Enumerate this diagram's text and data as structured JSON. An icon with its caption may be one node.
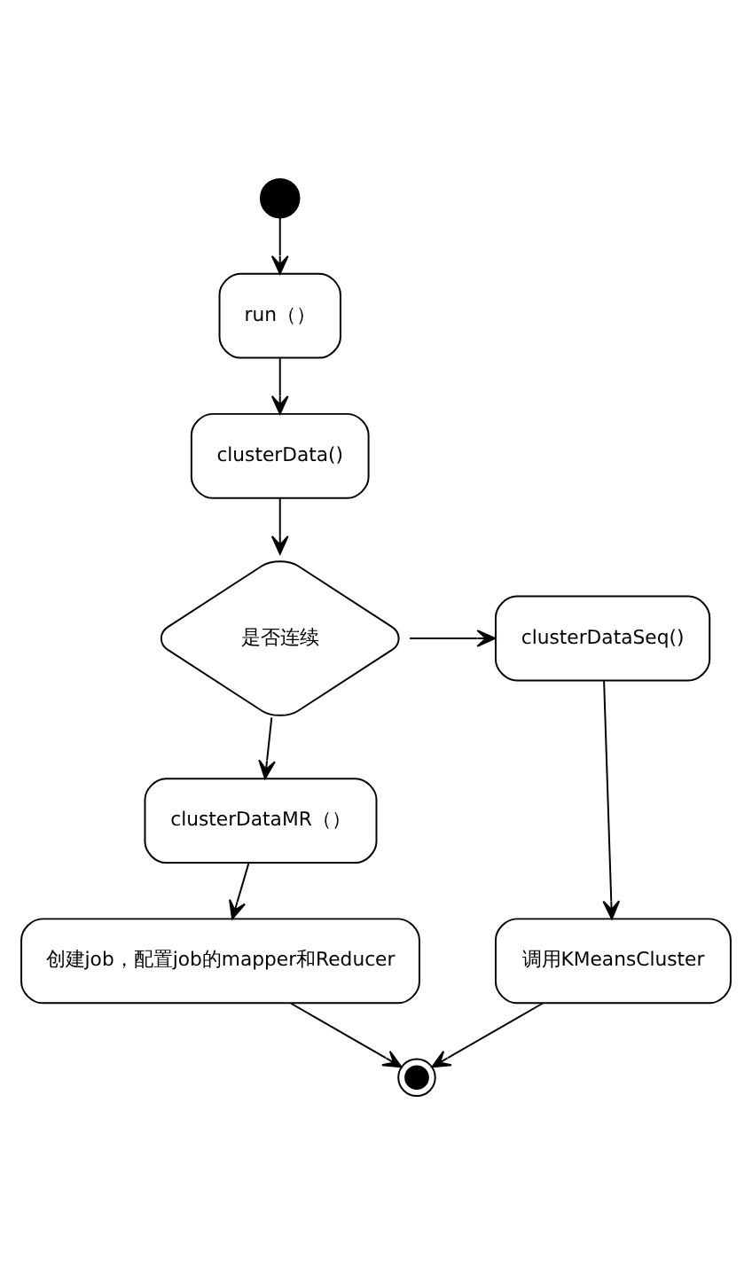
{
  "diagram": {
    "nodes": [
      {
        "text": [],
        "shape": "circle"
      },
      {
        "text": [
          "run（）"
        ]
      },
      {
        "text": [
          "clusterData()"
        ]
      },
      {
        "text": [
          "是否连续"
        ]
      },
      {
        "text": [
          "clusterDataSeq()"
        ]
      },
      {
        "text": [
          "clusterDataMR（）"
        ]
      },
      {
        "text": [
          "调用KMeansCluster"
        ]
      },
      {
        "text": [
          "创建job，配置job的mapper和Reducer"
        ]
      },
      {
        "text": [],
        "shape": "bullseye"
      }
    ],
    "edges": [
      {
        "from": 0,
        "to": 1,
        "arrow": "to"
      },
      {
        "from": 1,
        "to": 2,
        "arrow": "to"
      },
      {
        "from": 2,
        "to": 3,
        "arrow": "to"
      },
      {
        "from": 3,
        "to": 4,
        "arrow": "to"
      },
      {
        "from": 3,
        "to": 5,
        "arrow": "to"
      },
      {
        "from": 4,
        "to": 6,
        "arrow": "to"
      },
      {
        "from": 5,
        "to": 7,
        "arrow": "to"
      },
      {
        "from": 7,
        "to": 8,
        "arrow": "to"
      },
      {
        "from": 6,
        "to": 8,
        "arrow": "to"
      }
    ]
  }
}
